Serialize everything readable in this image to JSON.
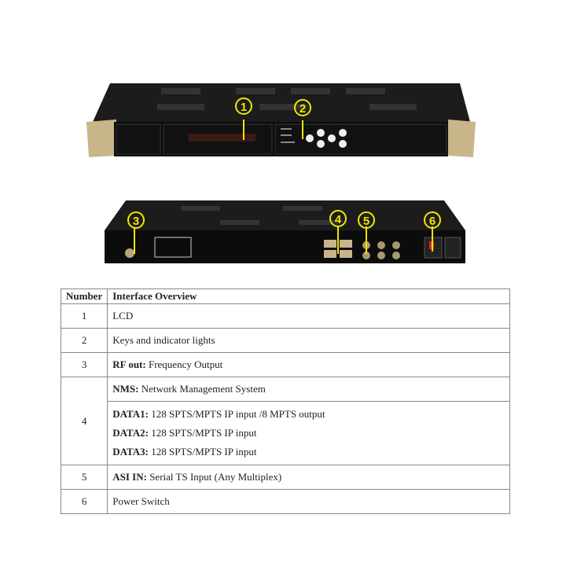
{
  "callouts": [
    "1",
    "2",
    "3",
    "4",
    "5",
    "6"
  ],
  "colors": {
    "chassis": "#151515",
    "ear": "#c8b68a",
    "callout": "#f2e600"
  },
  "table": {
    "headers": [
      "Number",
      "Interface Overview"
    ],
    "rows": [
      {
        "number": "1",
        "label": "",
        "text": "LCD"
      },
      {
        "number": "2",
        "label": "",
        "text": "Keys and indicator lights"
      },
      {
        "number": "3",
        "label": "RF out:",
        "text": " Frequency Output"
      },
      {
        "number": "4",
        "label": "NMS:",
        "text": " Network Management System"
      },
      {
        "number": "",
        "label": "DATA1:",
        "text": " 128 SPTS/MPTS IP input /8 MPTS output"
      },
      {
        "number": "",
        "label": "DATA2:",
        "text": " 128 SPTS/MPTS IP input"
      },
      {
        "number": "",
        "label": "DATA3:",
        "text": " 128 SPTS/MPTS IP input"
      },
      {
        "number": "5",
        "label": "ASI IN:",
        "text": " Serial TS Input (Any Multiplex)"
      },
      {
        "number": "6",
        "label": "",
        "text": "Power Switch"
      }
    ]
  }
}
